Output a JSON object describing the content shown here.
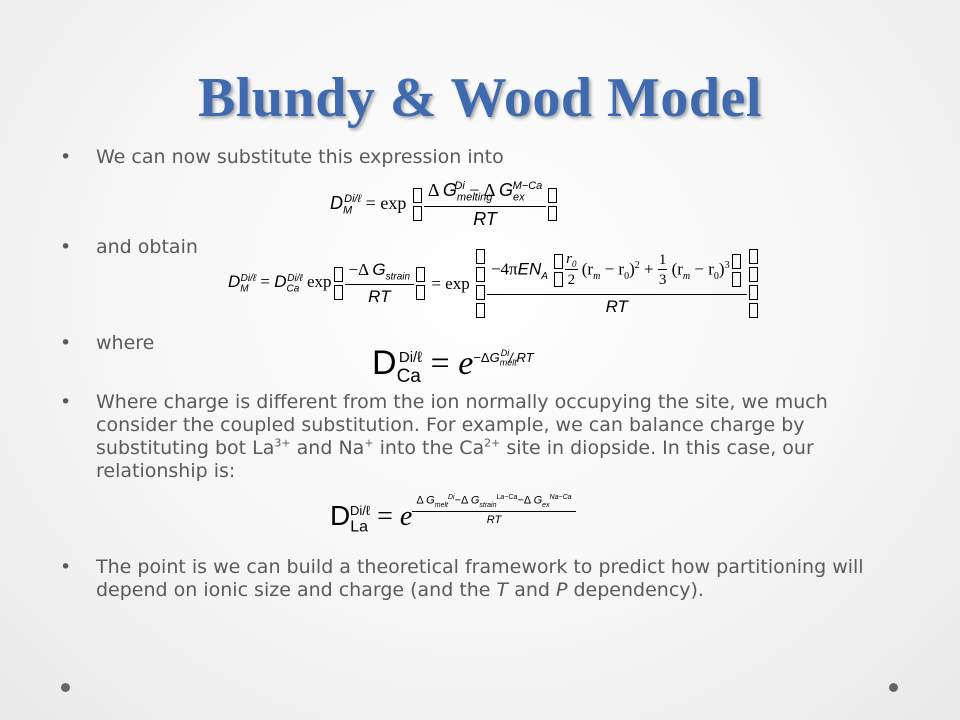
{
  "slide": {
    "title": "Blundy & Wood Model",
    "bullet_char": "•",
    "bullets": [
      {
        "text": "We can now substitute this expression into"
      },
      {
        "text": "and obtain"
      },
      {
        "text": "where"
      },
      {
        "parts": [
          "Where charge is different from the ion normally occupying the site, we much consider the coupled substitution. For example, we can balance charge by substituting bot La",
          "3+",
          " and Na",
          "+",
          " into the Ca",
          "2+",
          " site in diopside. In this case, our relationship is:"
        ]
      },
      {
        "parts": [
          "The point is we can build a theoretical framework to predict how partitioning will depend on ionic size and charge (and the ",
          "T",
          " and ",
          "P",
          " dependency)."
        ]
      }
    ],
    "eq1": {
      "D": "D",
      "sub": "M",
      "sup": "Di/ℓ",
      "eq": "= exp",
      "num_delta1": "Δ",
      "num_G1": "G",
      "num_G1_sub": "melting",
      "num_G1_sup": "Di",
      "num_minus": "− Δ",
      "num_G2": "G",
      "num_G2_sub": "ex",
      "num_G2_sup": "M−Ca",
      "den": "RT"
    },
    "eq2": {
      "lhs_D": "D",
      "lhs_sub": "M",
      "lhs_sup": "Di/ℓ",
      "eq_sign": "=",
      "rhs_D": "D",
      "rhs_sub": "Ca",
      "rhs_sup": "Di/ℓ",
      "exp1": "exp",
      "f1_num_minus": "−Δ",
      "f1_num_G": "G",
      "f1_num_sub": "strain",
      "f1_den": "RT",
      "eq_sign2": "= exp",
      "f2_num_a": "−4π",
      "f2_num_EN": "EN",
      "f2_num_EN_sub": "A",
      "f2_r0": "r",
      "f2_r0_sub": "0",
      "f2_two": "2",
      "f2_term1": "(r",
      "f2_term1_m": "m",
      "f2_term1_b": " − r",
      "f2_term1_0": "0",
      "f2_term1_c": ")",
      "f2_exp2": "2",
      "f2_plus": " + ",
      "f2_one": "1",
      "f2_three": "3",
      "f2_term2": "(r",
      "f2_term2_m": "m",
      "f2_term2_b": " − r",
      "f2_term2_0": "0",
      "f2_term2_c": ")",
      "f2_exp3": "3",
      "f2_den": "RT"
    },
    "eq3": {
      "D": "D",
      "sub": "Ca",
      "sup": "Di/ℓ",
      "eq": "=",
      "e": "e",
      "exp_minus": "−Δ",
      "exp_G": "G",
      "exp_sub": "melt",
      "exp_sup": "Di",
      "exp_rest": "/ RT"
    },
    "eq4": {
      "D": "D",
      "sub": "La",
      "sup": "Di/ℓ",
      "eq": "=",
      "e": "e",
      "num_d1": "Δ",
      "num_G1": "G",
      "num_G1_sub": "melt",
      "num_G1_sup": "Di",
      "num_m1": "−Δ",
      "num_G2": "G",
      "num_G2_sub": "strain",
      "num_G2_sup": "La−Ca",
      "num_m2": "−Δ",
      "num_G3": "G",
      "num_G3_sub": "ex",
      "num_G3_sup": "Na−Ca",
      "den": "RT"
    },
    "colors": {
      "title": "#3f6ab0",
      "body": "#5a5a5a",
      "equation": "#000000"
    }
  }
}
